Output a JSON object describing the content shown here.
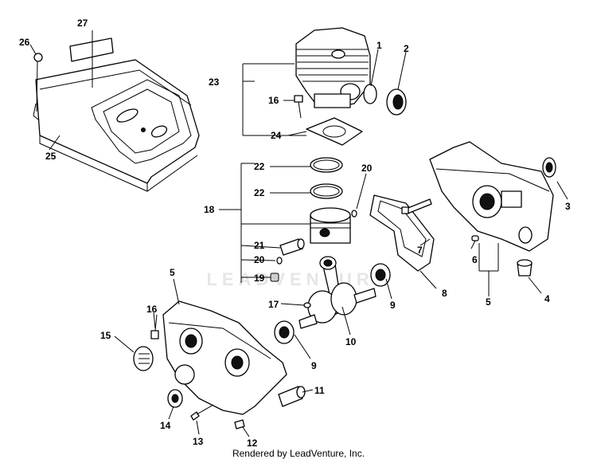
{
  "labels": {
    "p1": "1",
    "p2": "2",
    "p3": "3",
    "p4": "4",
    "p5a": "5",
    "p5b": "5",
    "p6": "6",
    "p7": "7",
    "p8": "8",
    "p9a": "9",
    "p9b": "9",
    "p10": "10",
    "p11": "11",
    "p12": "12",
    "p13": "13",
    "p14": "14",
    "p15": "15",
    "p16a": "16",
    "p16b": "16",
    "p17": "17",
    "p18": "18",
    "p19": "19",
    "p20a": "20",
    "p20b": "20",
    "p21": "21",
    "p22a": "22",
    "p22b": "22",
    "p23": "23",
    "p24": "24",
    "p25": "25",
    "p26": "26",
    "p27": "27"
  },
  "watermark": "LEADVENTURE",
  "footer": "Rendered by LeadVenture, Inc."
}
